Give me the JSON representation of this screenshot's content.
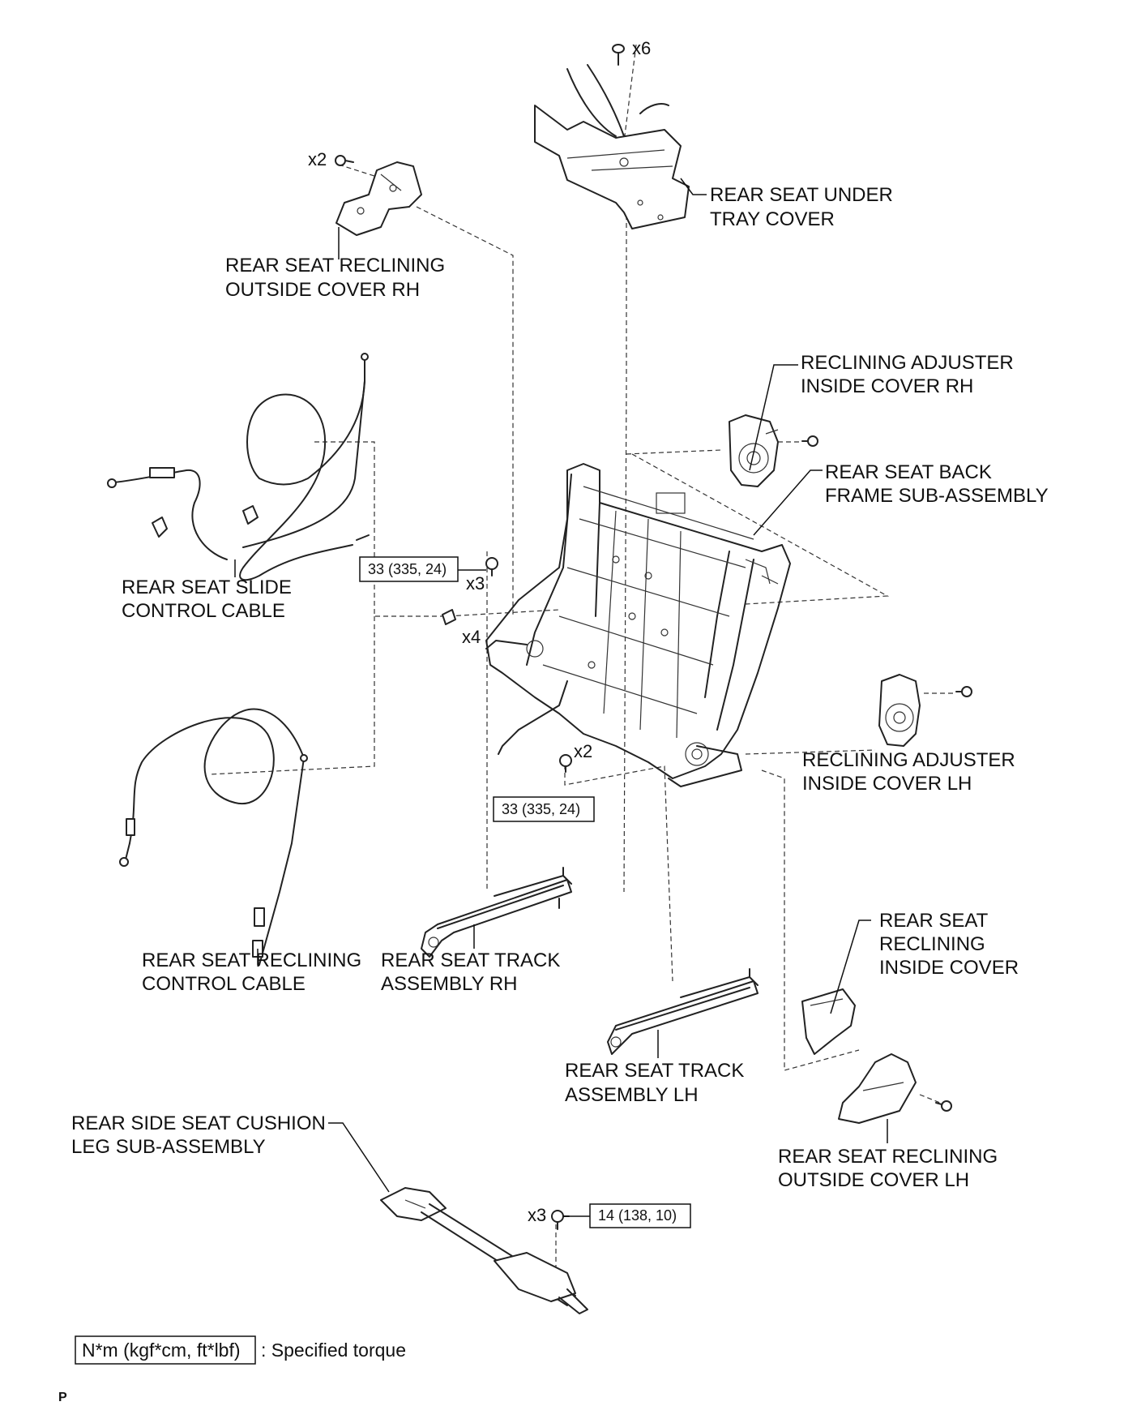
{
  "labels": {
    "under_tray_cover": [
      "REAR SEAT UNDER",
      "TRAY COVER"
    ],
    "outside_cover_rh": [
      "REAR SEAT RECLINING",
      "OUTSIDE COVER RH"
    ],
    "adjuster_inside_cover_rh": [
      "RECLINING ADJUSTER",
      "INSIDE COVER RH"
    ],
    "back_frame": [
      "REAR SEAT BACK",
      "FRAME SUB-ASSEMBLY"
    ],
    "slide_control_cable": [
      "REAR SEAT SLIDE",
      "CONTROL CABLE"
    ],
    "adjuster_inside_cover_lh": [
      "RECLINING ADJUSTER",
      "INSIDE COVER LH"
    ],
    "reclining_control_cable": [
      "REAR SEAT RECLINING",
      "CONTROL CABLE"
    ],
    "track_rh": [
      "REAR SEAT TRACK",
      "ASSEMBLY RH"
    ],
    "reclining_inside_cover": [
      "REAR SEAT",
      "RECLINING",
      "INSIDE COVER"
    ],
    "track_lh": [
      "REAR SEAT TRACK",
      "ASSEMBLY LH"
    ],
    "cushion_leg": [
      "REAR SIDE SEAT CUSHION",
      "LEG SUB-ASSEMBLY"
    ],
    "outside_cover_lh": [
      "REAR SEAT RECLINING",
      "OUTSIDE COVER LH"
    ]
  },
  "quantities": {
    "x6": "x6",
    "x2_top": "x2",
    "x3_bolt": "x3",
    "x4_clip": "x4",
    "x2_nut": "x2",
    "x3_leg": "x3"
  },
  "torques": {
    "frame_bolts": "33 (335, 24)",
    "track_nuts": "33 (335, 24)",
    "leg_bolts": "14 (138, 10)"
  },
  "legend": {
    "box": "N*m (kgf*cm, ft*lbf)",
    "text": ": Specified torque"
  },
  "corner_mark": "P"
}
